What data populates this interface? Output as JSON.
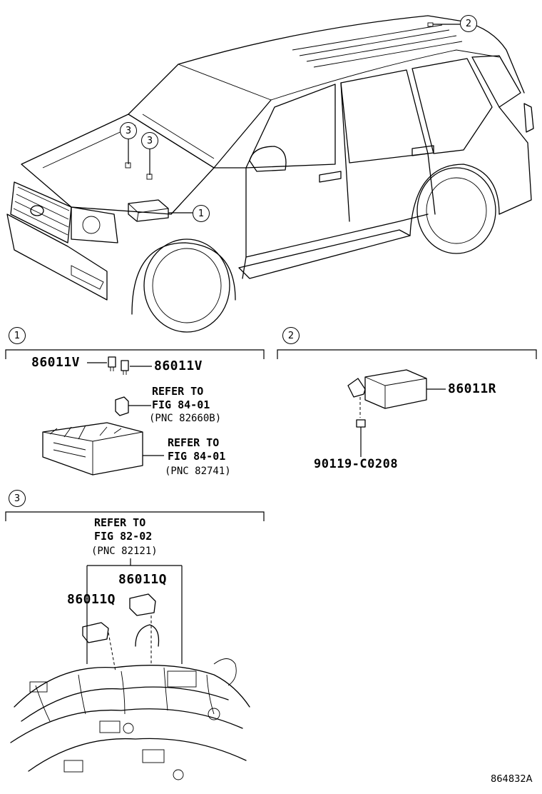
{
  "callouts": {
    "top_1": "1",
    "top_2": "2",
    "top_3a": "3",
    "top_3b": "3",
    "sec_1": "1",
    "sec_2": "2",
    "sec_3": "3"
  },
  "section1": {
    "fuse_left": "86011V",
    "fuse_right": "86011V",
    "ref_a_line1": "REFER TO",
    "ref_a_line2": "FIG 84-01",
    "ref_a_line3": "(PNC 82660B)",
    "ref_b_line1": "REFER TO",
    "ref_b_line2": "FIG 84-01",
    "ref_b_line3": "(PNC 82741)"
  },
  "section2": {
    "relay_part": "86011R",
    "bolt_part": "90119-C0208"
  },
  "section3": {
    "ref_line1": "REFER TO",
    "ref_line2": "FIG 82-02",
    "ref_line3": "(PNC 82121)",
    "conn_upper": "86011Q",
    "conn_lower": "86011Q"
  },
  "figure_id": "864832A"
}
